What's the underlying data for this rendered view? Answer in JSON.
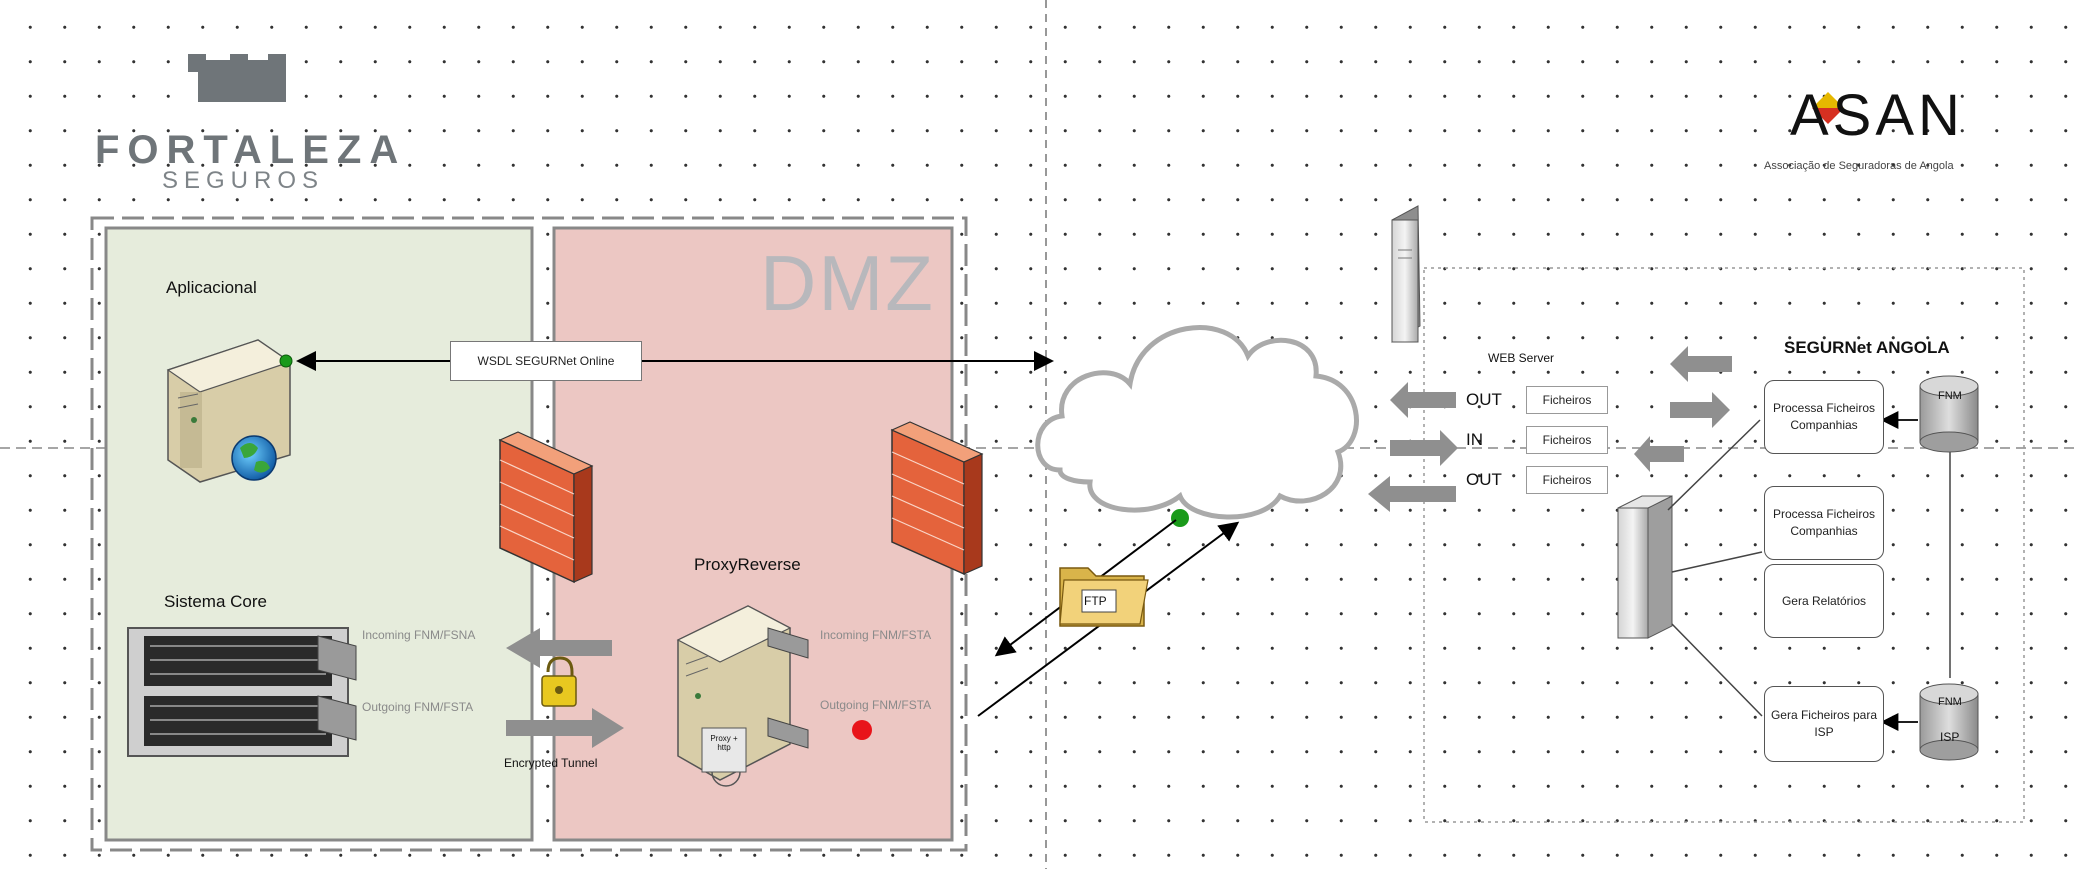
{
  "logos": {
    "fortaleza": {
      "name": "FORTALEZA",
      "sub": "SEGUROS"
    },
    "asan": {
      "name": "ASAN",
      "sub": "Associação de Seguradoras de Angola"
    }
  },
  "zones": {
    "left_title": "Aplicacional",
    "core_title": "Sistema Core",
    "dmz_title": "DMZ",
    "proxy_title": "ProxyReverse",
    "segurnet_title": "SEGURNet ANGOLA",
    "webserver_title": "WEB Server"
  },
  "connections": {
    "wsdl": "WSDL SEGURNet Online",
    "core_incoming": "Incoming FNM/FSNA",
    "core_outgoing": "Outgoing FNM/FSTA",
    "proxy_incoming": "Incoming FNM/FSTA",
    "proxy_outgoing": "Outgoing FNM/FSTA",
    "tunnel": "Encrypted Tunnel",
    "ftp": "FTP",
    "proxy_label": "Proxy + http"
  },
  "webserver_rows": [
    {
      "io": "OUT",
      "flag": "Ficheiros"
    },
    {
      "io": "IN",
      "flag": "Ficheiros"
    },
    {
      "io": "OUT",
      "flag": "Ficheiros"
    }
  ],
  "processes": [
    "Processa Ficheiros Companhias",
    "Processa Ficheiros Companhias",
    "Gera Relatórios",
    "Gera Ficheiros para ISP"
  ],
  "databases": {
    "top": "FNM",
    "bottom_label": "FNM",
    "bottom_sub": "ISP"
  },
  "colors": {
    "app_zone": "#e6ecdc",
    "dmz_zone": "#ecc7c3",
    "firewall": "#e4633c",
    "arrow_gray": "#8f8f8f",
    "green_dot": "#1a9a1a",
    "red_dot": "#e8141a"
  },
  "icons": [
    "server-icon",
    "globe-icon",
    "firewall-icon",
    "cloud-icon",
    "folder-icon",
    "padlock-icon",
    "database-icon",
    "tower-server-icon"
  ]
}
